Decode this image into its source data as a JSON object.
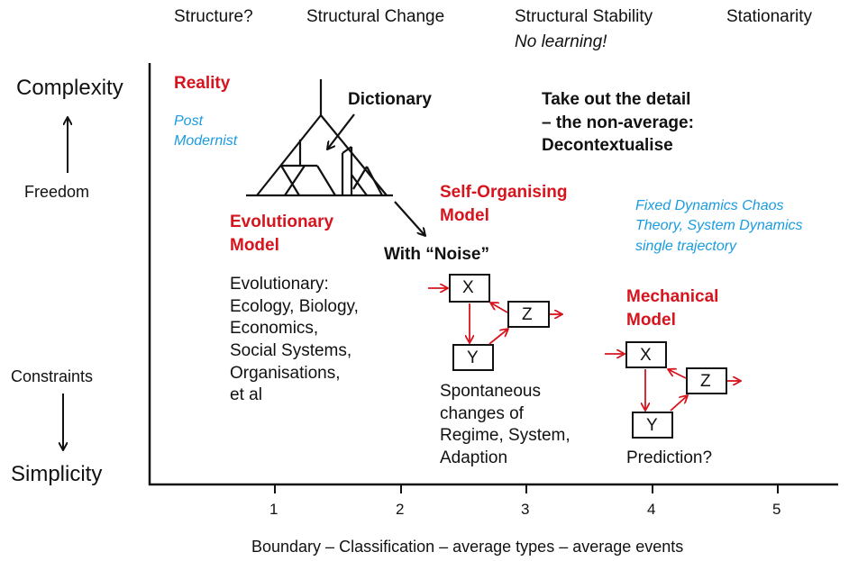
{
  "top_labels": {
    "structure": "Structure?",
    "structural_change": "Structural Change",
    "structural_stability": "Structural Stability",
    "no_learning": "No learning!",
    "stationarity": "Stationarity"
  },
  "y_axis": {
    "top": "Complexity",
    "freedom": "Freedom",
    "constraints": "Constraints",
    "bottom": "Simplicity"
  },
  "x_axis": {
    "ticks": [
      "1",
      "2",
      "3",
      "4",
      "5"
    ],
    "label": "Boundary – Classification – average types – average events"
  },
  "reality": {
    "title": "Reality",
    "post_modernist": [
      "Post",
      "Modernist"
    ]
  },
  "dictionary": "Dictionary",
  "decontext": [
    "Take out the detail",
    "– the non-average:",
    "Decontextualise"
  ],
  "evolutionary_model": {
    "title": [
      "Evolutionary",
      "Model"
    ],
    "body": [
      "Evolutionary:",
      "Ecology, Biology,",
      "Economics,",
      "Social Systems,",
      "Organisations,",
      "et al"
    ]
  },
  "with_noise": "With “Noise”",
  "self_organising_model": {
    "title": [
      "Self-Organising",
      "Model"
    ],
    "body": [
      "Spontaneous",
      "changes of",
      "Regime, System,",
      "Adaption"
    ]
  },
  "fixed_dynamics": [
    "Fixed Dynamics Chaos",
    "Theory, System Dynamics",
    "single trajectory"
  ],
  "mechanical_model": {
    "title": [
      "Mechanical",
      "Model"
    ],
    "body": "Prediction?"
  },
  "nodes": {
    "x": "X",
    "y": "Y",
    "z": "Z"
  },
  "colors": {
    "red": "#d7141d",
    "blue": "#1a9be0",
    "black": "#111111"
  }
}
